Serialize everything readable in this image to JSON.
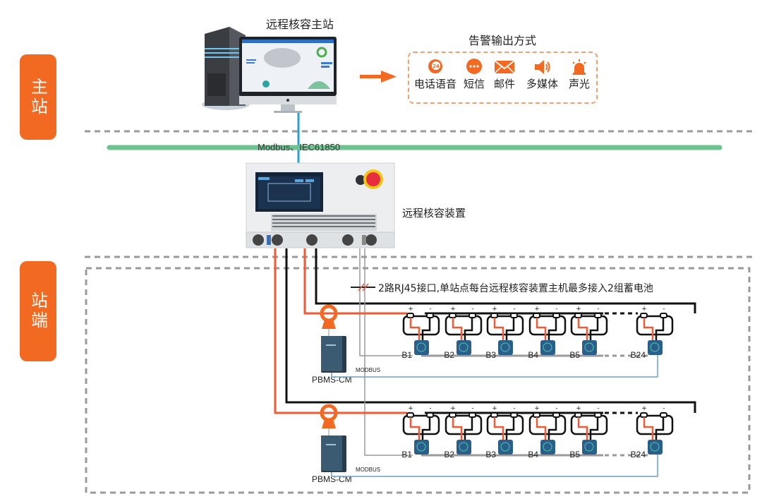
{
  "zones": {
    "master": "主站",
    "station": "站端"
  },
  "master_station": {
    "title": "远程核容主站"
  },
  "alarm": {
    "title": "告警输出方式",
    "methods": [
      {
        "label": "电话语音",
        "icon": "phone-24h-icon"
      },
      {
        "label": "短信",
        "icon": "sms-bubble-icon"
      },
      {
        "label": "邮件",
        "icon": "mail-envelope-icon"
      },
      {
        "label": "多媒体",
        "icon": "speaker-icon"
      },
      {
        "label": "声光",
        "icon": "alarm-light-icon"
      }
    ]
  },
  "bus": {
    "protocol": "Modbus、IEC61850"
  },
  "device": {
    "name": "远程核容装置"
  },
  "note": "2路RJ45接口,单站点每台远程核容装置主机最多接入2组蓄电池",
  "groups": [
    {
      "module": "PBMS-CM",
      "bus_label": "MODBUS",
      "batteries": [
        "B1",
        "B2",
        "B3",
        "B4",
        "B5",
        "B24"
      ]
    },
    {
      "module": "PBMS-CM",
      "bus_label": "MODBUS",
      "batteries": [
        "B1",
        "B2",
        "B3",
        "B4",
        "B5",
        "B24"
      ]
    }
  ],
  "colors": {
    "accent": "#f26a21",
    "bus_green": "#6cc38f",
    "network_blue": "#2a9fd6",
    "modbus_blue": "#6a9fd0",
    "dash_gray": "#9a9a9a",
    "battery_blue": "#2a5f8c"
  }
}
